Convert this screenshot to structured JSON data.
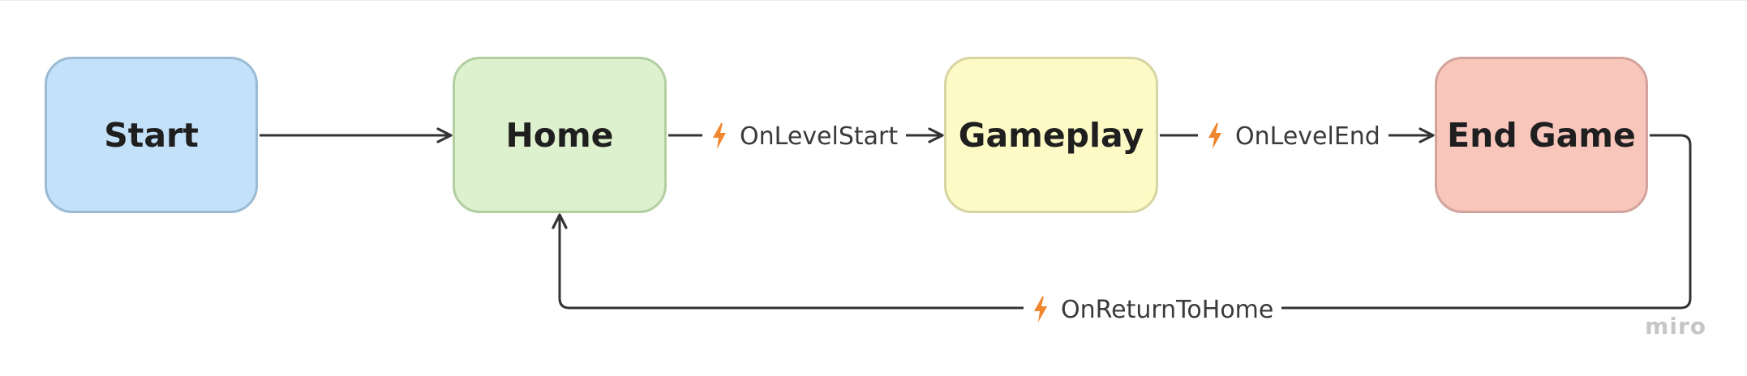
{
  "diagram": {
    "nodes": [
      {
        "id": "start",
        "label": "Start",
        "fill": "#C3E1F9",
        "border": "#9BBBD5"
      },
      {
        "id": "home",
        "label": "Home",
        "fill": "#DEF1CE",
        "border": "#B2CFA1"
      },
      {
        "id": "gameplay",
        "label": "Gameplay",
        "fill": "#FEFAC5",
        "border": "#D7D5A3"
      },
      {
        "id": "end_game",
        "label": "End Game",
        "fill": "#F9C6BC",
        "border": "#D2A39C"
      }
    ],
    "edges": [
      {
        "from": "start",
        "to": "home",
        "label": ""
      },
      {
        "from": "home",
        "to": "gameplay",
        "label": "OnLevelStart"
      },
      {
        "from": "gameplay",
        "to": "end_game",
        "label": "OnLevelEnd"
      },
      {
        "from": "end_game",
        "to": "home",
        "label": "OnReturnToHome"
      }
    ],
    "edge_icon": "lightning-bolt-icon",
    "edge_icon_color": "#F0862E",
    "line_color": "#333333"
  },
  "watermark": "miro"
}
